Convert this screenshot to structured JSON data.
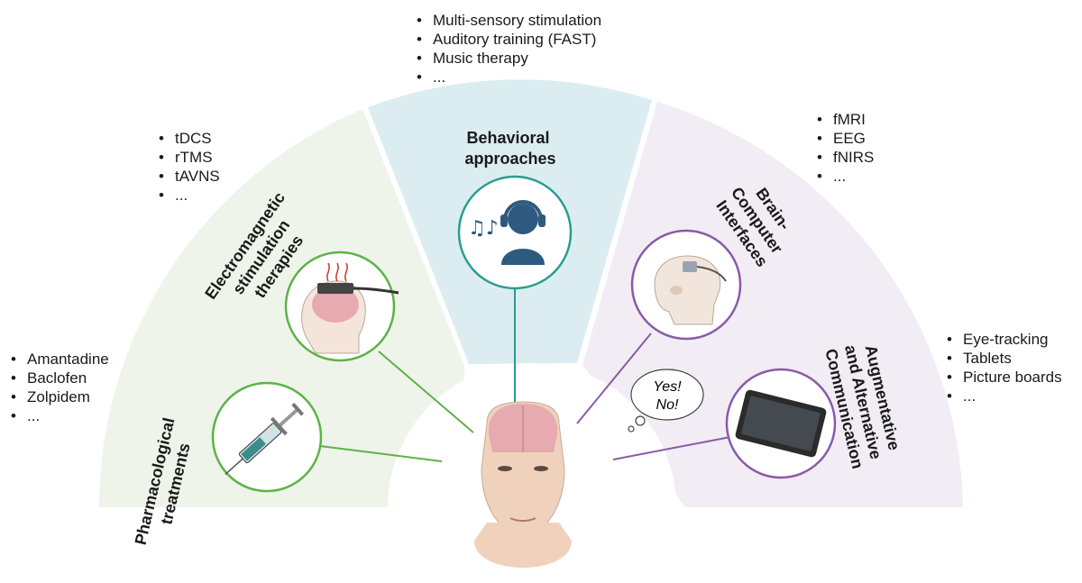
{
  "sectors": {
    "pharma": {
      "title": [
        "Pharmacological",
        "treatments"
      ],
      "items": [
        "Amantadine",
        "Baclofen",
        "Zolpidem",
        "..."
      ],
      "color": "#5cb346",
      "fill": "#eef4e9"
    },
    "electro": {
      "title": [
        "Electromagnetic",
        "stimulation",
        "therapies"
      ],
      "items": [
        "tDCS",
        "rTMS",
        "tAVNS",
        "..."
      ],
      "color": "#5cb346",
      "fill": "#eef4e9"
    },
    "behavioral": {
      "title": [
        "Behavioral",
        "approaches"
      ],
      "items": [
        "Multi-sensory stimulation",
        "Auditory training (FAST)",
        "Music therapy",
        "..."
      ],
      "color": "#2a9d8f",
      "fill": "#dcedf2"
    },
    "bci": {
      "title": [
        "Brain-",
        "Computer",
        "Interfaces"
      ],
      "items": [
        "fMRI",
        "EEG",
        "fNIRS",
        "..."
      ],
      "color": "#8a5aa8",
      "fill": "#f2ecf4"
    },
    "aac": {
      "title": [
        "Augmentative",
        "and Alternative",
        "Communication"
      ],
      "items": [
        "Eye-tracking",
        "Tablets",
        "Picture boards",
        "..."
      ],
      "color": "#8a5aa8",
      "fill": "#f2ecf4"
    }
  },
  "speech_bubble": [
    "Yes!",
    "No!"
  ],
  "colors": {
    "icon_blue": "#2d5a7e",
    "skin": "#f0d2bc",
    "brain": "#e6aab0",
    "syringe": "#3d8c8c"
  }
}
